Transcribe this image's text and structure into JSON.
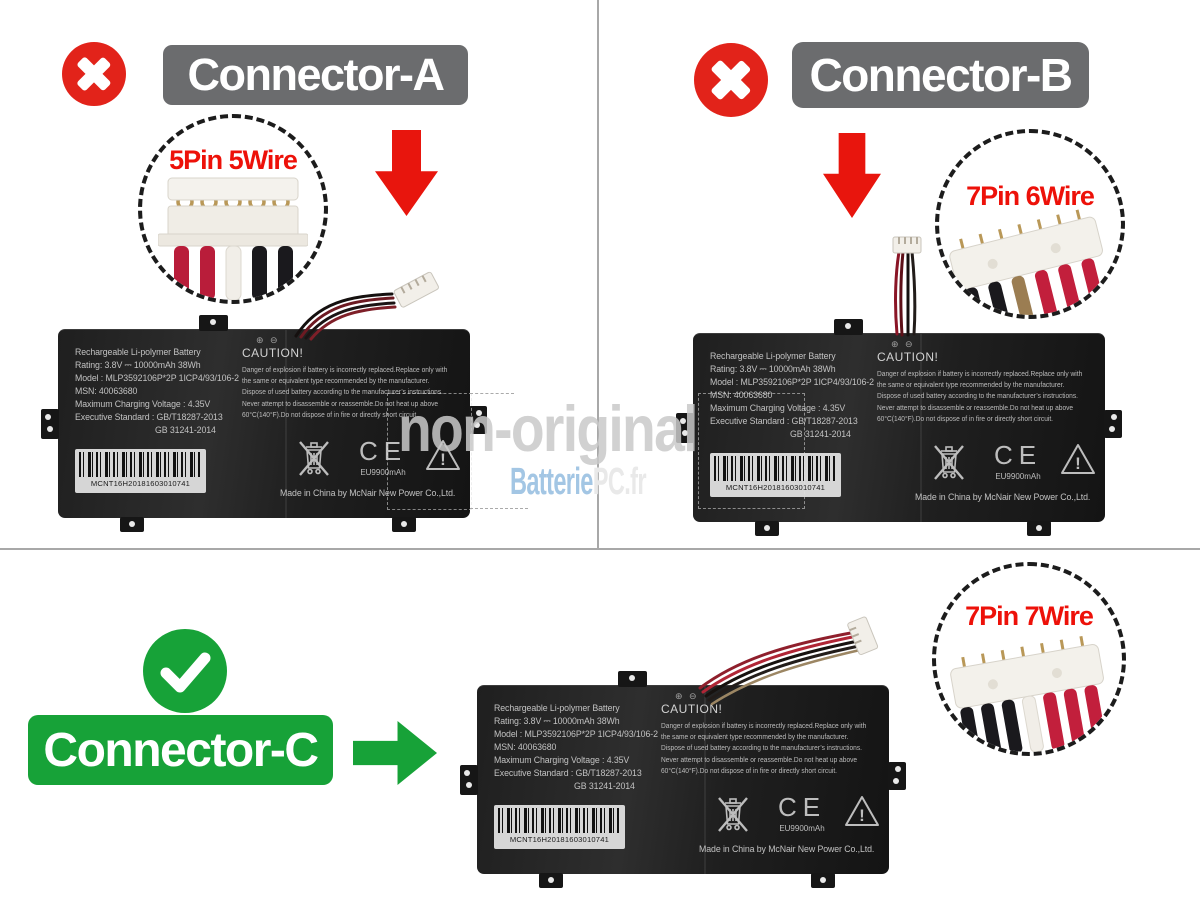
{
  "sections": {
    "a": {
      "label": "Connector-A",
      "pin_label": "5Pin 5Wire",
      "status": "rejected"
    },
    "b": {
      "label": "Connector-B",
      "pin_label": "7Pin 6Wire",
      "status": "rejected"
    },
    "c": {
      "label": "Connector-C",
      "pin_label": "7Pin 7Wire",
      "status": "approved"
    }
  },
  "battery": {
    "title": "Rechargeable Li-polymer Battery",
    "rating": "Rating:  3.8V ⎓ 10000mAh 38Wh",
    "model": "Model :  MLP3592106P*2P  1ICP4/93/106-2",
    "msn": "MSN:  40063680",
    "max_voltage": "Maximum Charging Voltage :  4.35V",
    "standard": "Executive Standard :  GB/T18287-2013",
    "standard2": "GB 31241-2014",
    "barcode_text": "MCNT16H20181603010741",
    "polarity": "⊕ ⊖",
    "caution_title": "CAUTION!",
    "caution_lines": [
      "Danger of explosion if battery is incorrectly replaced.Replace only with",
      "the same or equivalent type recommended by the manufacturer.",
      "Dispose of used battery according to the manufacturer’s  instructions.",
      "Never attempt to disassemble or reassemble.Do not heat up above",
      "60°C(140°F).Do not dispose of in fire or directly short circuit."
    ],
    "ce_mark": "CE",
    "capacity_note": "EU9900mAh",
    "made_in": "Made in China by McNair New Power Co.,Ltd."
  },
  "watermark": {
    "line1": "non-original",
    "line2_part1": "Batterie",
    "line2_part2": "PC.fr"
  },
  "colors": {
    "reject_red": "#e2231a",
    "arrow_red": "#e8150d",
    "pin_text_red": "#ed1109",
    "plate_gray": "#6b6c6e",
    "approve_green": "#17a238",
    "watermark_gray": "#c9c9c9",
    "watermark_blue": "#a3c6e4"
  }
}
